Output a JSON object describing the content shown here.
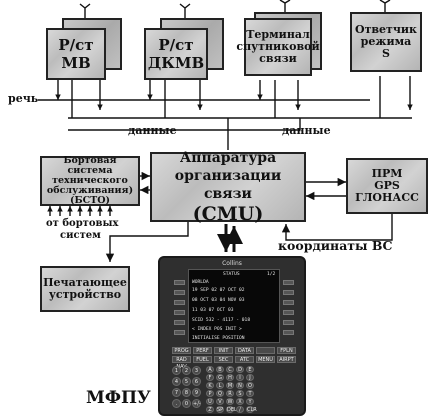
{
  "blocks": {
    "mv": {
      "line1": "Р/ст",
      "line2": "МВ"
    },
    "dkmv": {
      "line1": "Р/ст",
      "line2": "ДКМВ"
    },
    "satcom": {
      "line1": "Терминал",
      "line2": "спутниковой",
      "line3": "связи"
    },
    "xpdr": {
      "line1": "Ответчик",
      "line2": "режима",
      "line3": "S"
    },
    "bsto": {
      "line1": "Бортовая",
      "line2": "система",
      "line3": "технического",
      "line4": "обслуживания)",
      "line5": "(БСТО)"
    },
    "cmu": {
      "line1": "Аппаратура",
      "line2": "организации связи",
      "line3": "(CMU)"
    },
    "gps": {
      "line1": "ПРМ",
      "line2": "GPS",
      "line3": "ГЛОНАСС"
    },
    "printer": {
      "line1": "Печатающее",
      "line2": "устройство"
    }
  },
  "labels": {
    "speech": "речь",
    "data_left": "данные",
    "data_right": "данные",
    "from_systems_1": "от бортовых",
    "from_systems_2": "систем",
    "coords": "координаты ВС",
    "mcdu_name": "МФПУ"
  },
  "mcdu_screen": {
    "brand": "Collins",
    "title": "STATUS",
    "page": "1/2",
    "lines": [
      "WORLDA",
      "19 SEP 02  07 OCT 02",
      "08 OCT 03  04 NOV 03",
      "11 03        07 OCT 03",
      "SCID 532 - 4117 - 018",
      "< INDEX              POS INIT >"
    ],
    "prompt": "INITIALISE POSITION"
  },
  "mcdu_keys": {
    "function_row1": [
      "PROG",
      "PERF",
      "INIT",
      "DATA",
      "",
      "FPLN"
    ],
    "function_row2": [
      "RAD NAV",
      "FUEL",
      "SEC",
      "ATC",
      "MENU",
      "AIRPT"
    ],
    "digits": [
      "1",
      "2",
      "3",
      "4",
      "5",
      "6",
      "7",
      "8",
      "9",
      ".",
      "0",
      "+/-"
    ],
    "letters": [
      "A",
      "B",
      "C",
      "D",
      "E",
      "F",
      "G",
      "H",
      "I",
      "J",
      "K",
      "L",
      "M",
      "N",
      "O",
      "P",
      "Q",
      "R",
      "S",
      "T",
      "U",
      "V",
      "W",
      "X",
      "Y",
      "Z",
      "SP",
      "DEL",
      "/",
      "CLR"
    ]
  }
}
